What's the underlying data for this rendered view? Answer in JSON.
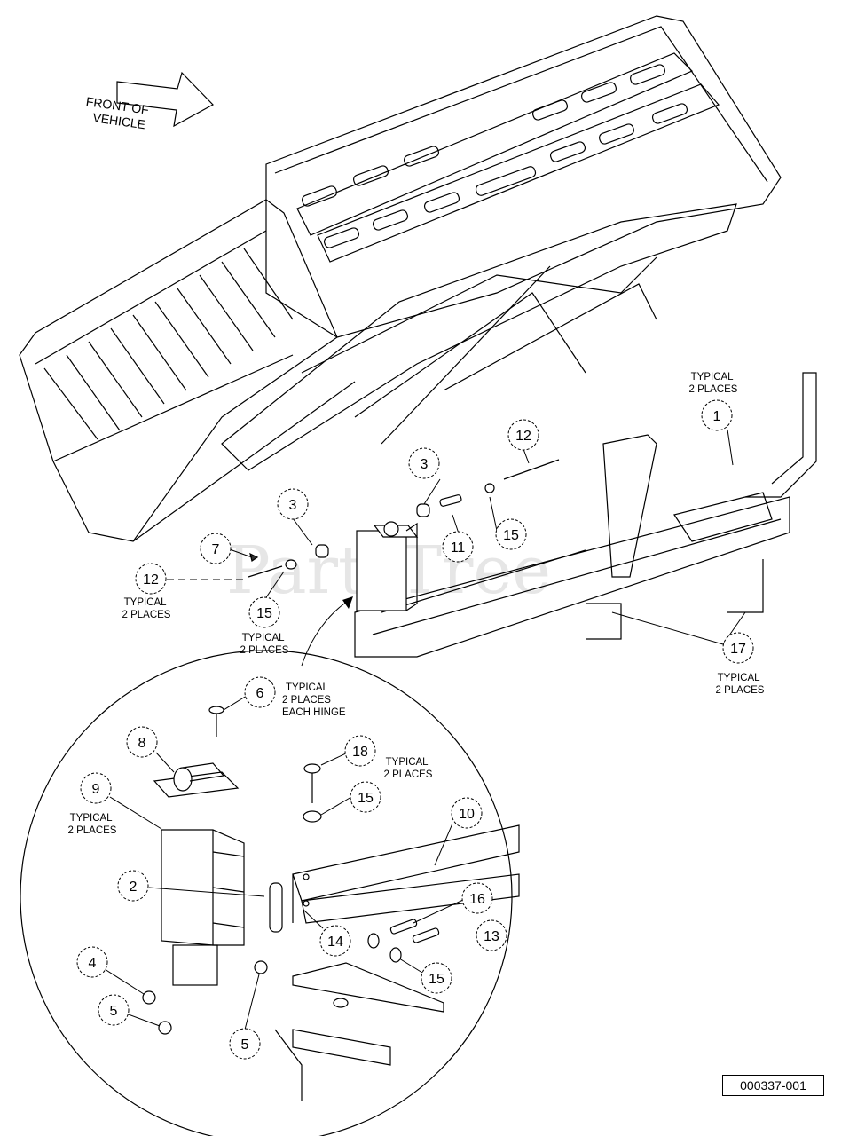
{
  "direction_label": [
    "FRONT OF",
    "VEHICLE"
  ],
  "watermark": "PartsTree",
  "catalog_number": "000337-001",
  "callouts": [
    {
      "id": "c1",
      "label": "1",
      "x": 0,
      "y": 0
    },
    {
      "id": "c12a",
      "label": "12"
    },
    {
      "id": "c3a",
      "label": "3"
    },
    {
      "id": "c3b",
      "label": "3"
    },
    {
      "id": "c15a",
      "label": "15"
    },
    {
      "id": "c11",
      "label": "11"
    },
    {
      "id": "c7",
      "label": "7"
    },
    {
      "id": "c12b",
      "label": "12"
    },
    {
      "id": "c15b",
      "label": "15"
    },
    {
      "id": "c17",
      "label": "17"
    },
    {
      "id": "c6",
      "label": "6"
    },
    {
      "id": "c8",
      "label": "8"
    },
    {
      "id": "c18",
      "label": "18"
    },
    {
      "id": "c9",
      "label": "9"
    },
    {
      "id": "c15c",
      "label": "15"
    },
    {
      "id": "c10",
      "label": "10"
    },
    {
      "id": "c2",
      "label": "2"
    },
    {
      "id": "c16",
      "label": "16"
    },
    {
      "id": "c14",
      "label": "14"
    },
    {
      "id": "c13",
      "label": "13"
    },
    {
      "id": "c4",
      "label": "4"
    },
    {
      "id": "c15d",
      "label": "15"
    },
    {
      "id": "c5a",
      "label": "5"
    },
    {
      "id": "c5b",
      "label": "5"
    }
  ],
  "notes": {
    "n1": [
      "TYPICAL",
      "2 PLACES"
    ],
    "n12": [
      "TYPICAL",
      "2 PLACES"
    ],
    "n15": [
      "TYPICAL",
      "2 PLACES"
    ],
    "n17": [
      "TYPICAL",
      "2 PLACES"
    ],
    "n6": [
      "TYPICAL",
      "2 PLACES",
      "EACH HINGE"
    ],
    "n18": [
      "TYPICAL",
      "2 PLACES"
    ],
    "n9": [
      "TYPICAL",
      "2 PLACES"
    ]
  }
}
